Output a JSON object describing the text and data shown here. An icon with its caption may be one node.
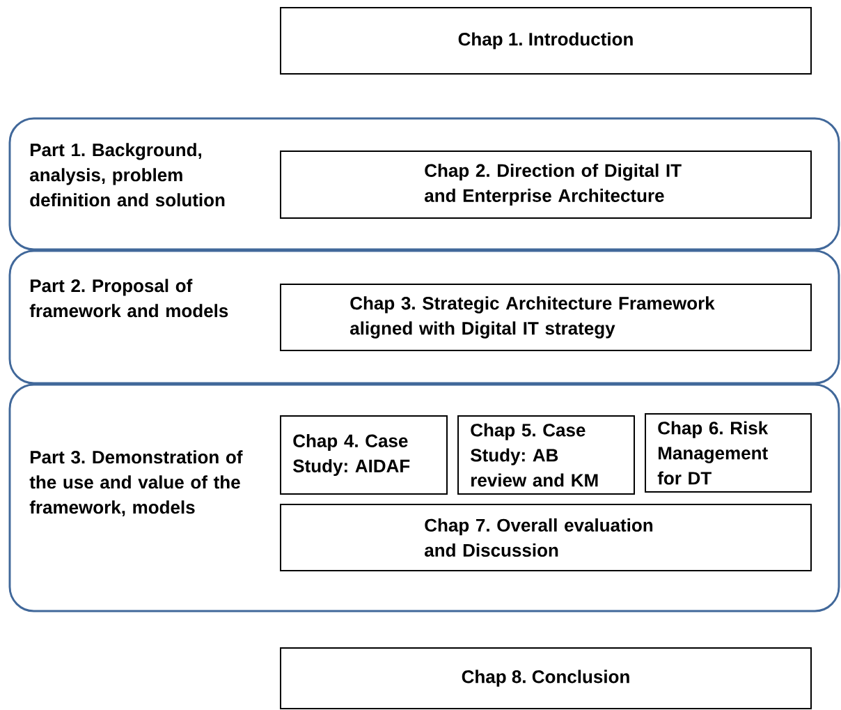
{
  "diagram": {
    "nodes": [
      {
        "text": [
          "Chap 1. Introduction"
        ]
      },
      {
        "text": [
          "Part 1. Background, analysis, problem definition and solution"
        ]
      },
      {
        "text": [
          "Chap 2. Direction of Digital IT and Enterprise Architecture"
        ],
        "in": 1
      },
      {
        "text": [
          "Part 2. Proposal of framework and models"
        ]
      },
      {
        "text": [
          "Chap 3. Strategic Architecture Framework aligned with Digital IT strategy"
        ],
        "in": 3
      },
      {
        "text": [
          "Part 3. Demonstration of the use and value of the framework, models"
        ]
      },
      {
        "text": [
          "Chap 4. Case Study: AIDAF"
        ],
        "in": 5
      },
      {
        "text": [
          "Chap 5. Case Study: AB review and KM"
        ],
        "in": 5
      },
      {
        "text": [
          "Chap 6. Risk Management for DT"
        ],
        "in": 5
      },
      {
        "text": [
          "Chap 7. Overall evaluation and Discussion"
        ],
        "in": 5
      },
      {
        "text": [
          "Chap 8. Conclusion"
        ]
      }
    ]
  }
}
